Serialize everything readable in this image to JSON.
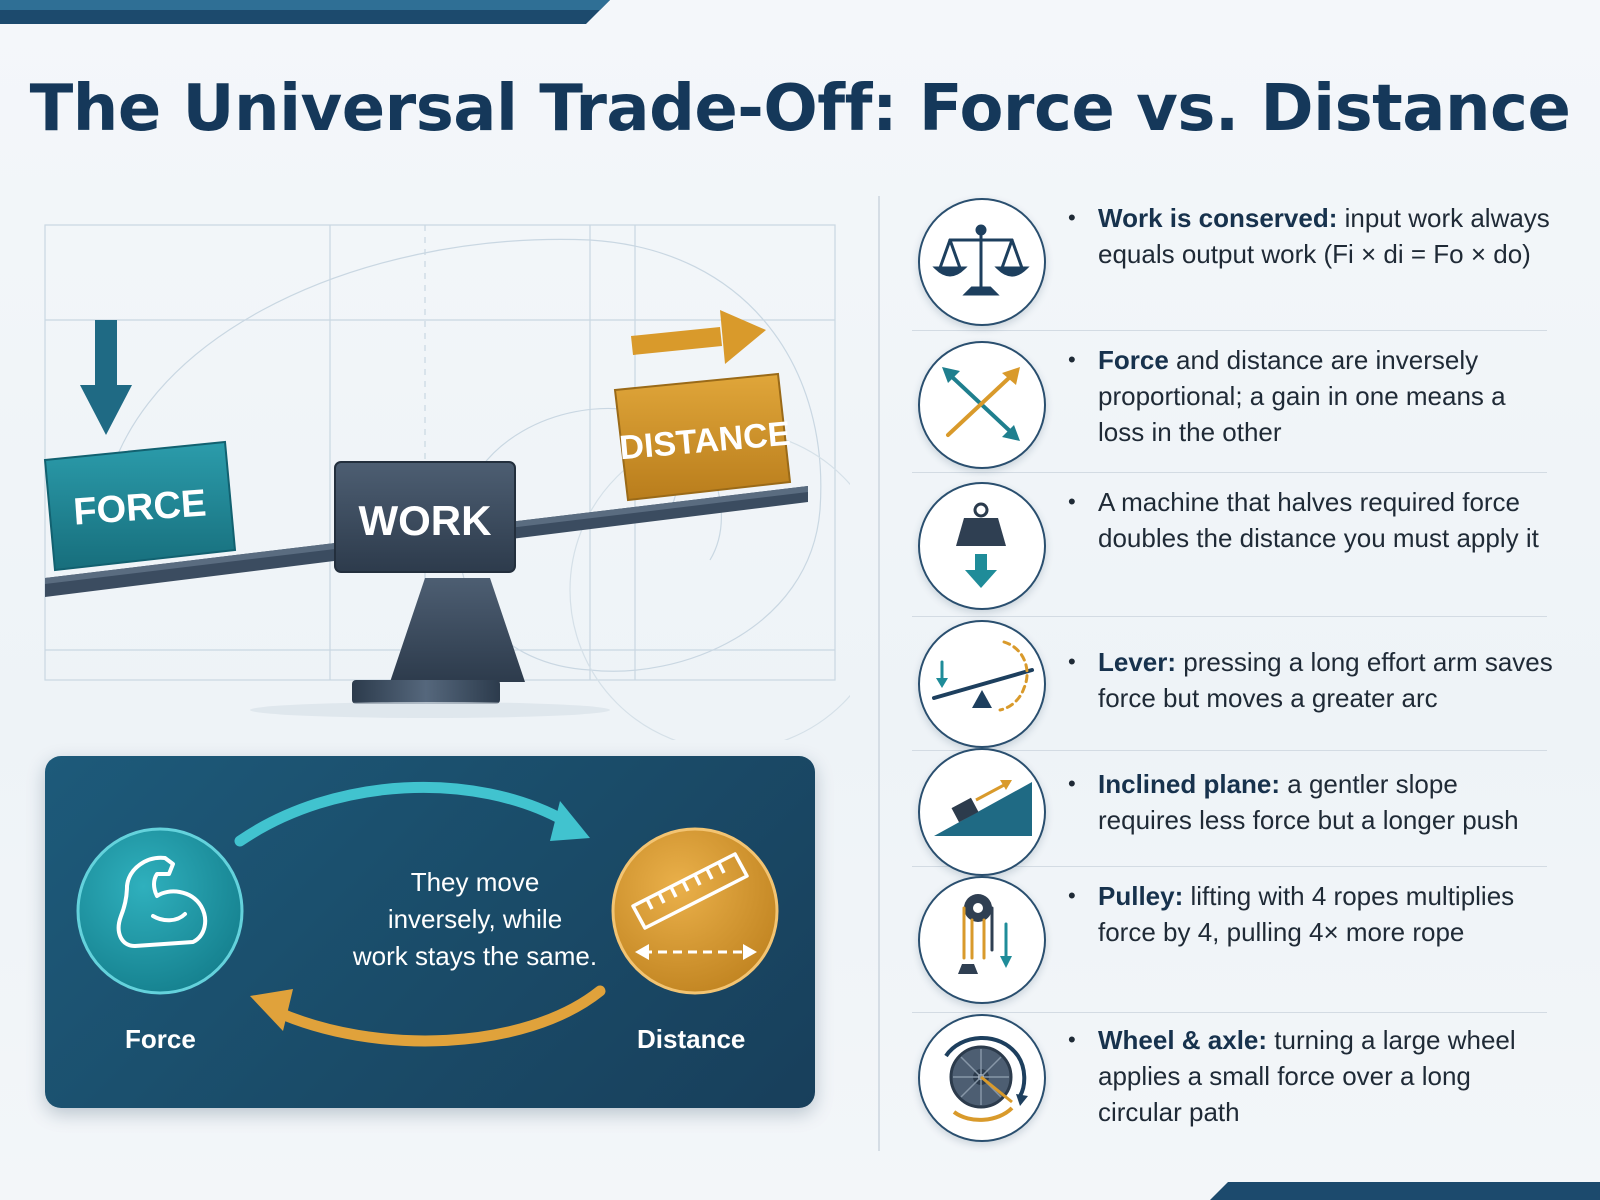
{
  "title": "The Universal Trade-Off: Force vs. Distance",
  "seesaw": {
    "left_block": "FORCE",
    "center_block": "WORK",
    "right_block": "DISTANCE"
  },
  "cycle_panel": {
    "left_label": "Force",
    "right_label": "Distance",
    "message_line1": "They move",
    "message_line2": "inversely, while",
    "message_line3": "work stays the same."
  },
  "facts": [
    {
      "icon": "balance-scale-icon",
      "bold": "Work is conserved:",
      "text": " input work always equals output work (Fi × di = Fo × do)"
    },
    {
      "icon": "crossed-arrows-icon",
      "bold": "Force",
      "text": " and distance are inversely proportional; a gain in one means a loss in the other"
    },
    {
      "icon": "weight-down-arrow-icon",
      "bold": "",
      "text": "A machine that halves required force doubles the distance you must apply it"
    },
    {
      "icon": "lever-icon",
      "bold": "Lever:",
      "text": " pressing a long effort arm saves force but moves a greater arc"
    },
    {
      "icon": "inclined-plane-icon",
      "bold": "Inclined plane:",
      "text": " a gentler slope requires less force but a longer push"
    },
    {
      "icon": "pulley-icon",
      "bold": "Pulley:",
      "text": " lifting with 4 ropes multiplies force by 4, pulling 4× more rope"
    },
    {
      "icon": "wheel-axle-icon",
      "bold": "Wheel & axle:",
      "text": " turning a large wheel applies a small force over a long circular path"
    }
  ],
  "colors": {
    "navy": "#15385a",
    "teal": "#1f8c99",
    "gold": "#d99a2b",
    "slate": "#3b4c60"
  }
}
